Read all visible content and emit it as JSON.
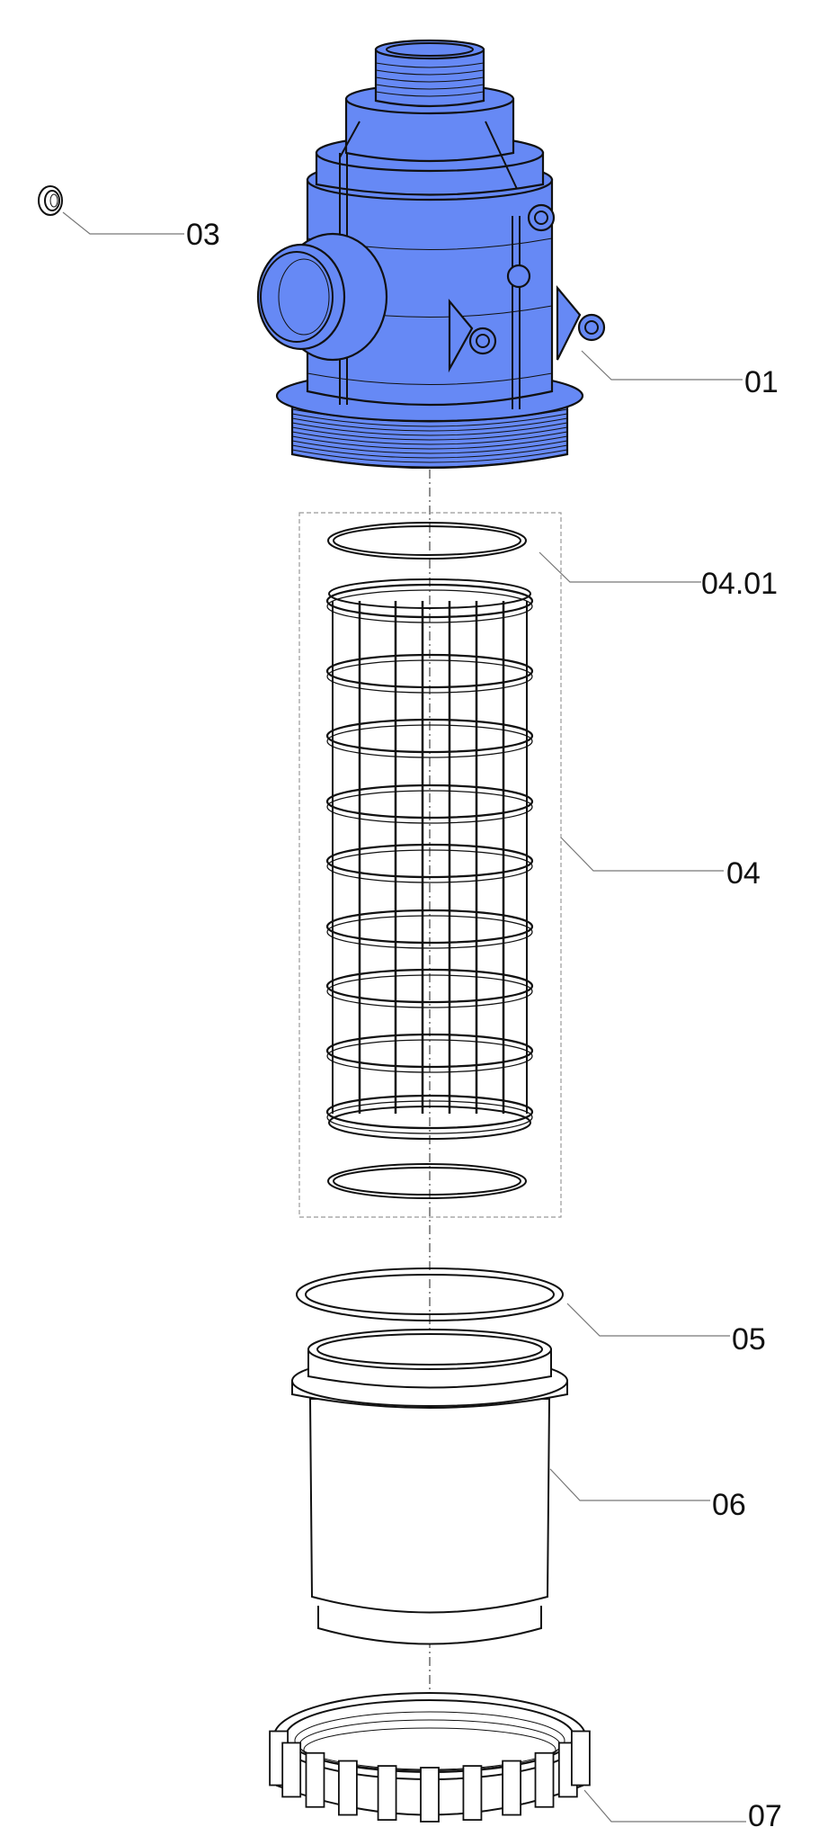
{
  "diagram": {
    "type": "exploded parts view",
    "body_color": "#6689f5",
    "labels": {
      "p01": "01",
      "p03": "03",
      "p0401": "04.01",
      "p04": "04",
      "p05": "05",
      "p06": "06",
      "p07": "07"
    }
  }
}
